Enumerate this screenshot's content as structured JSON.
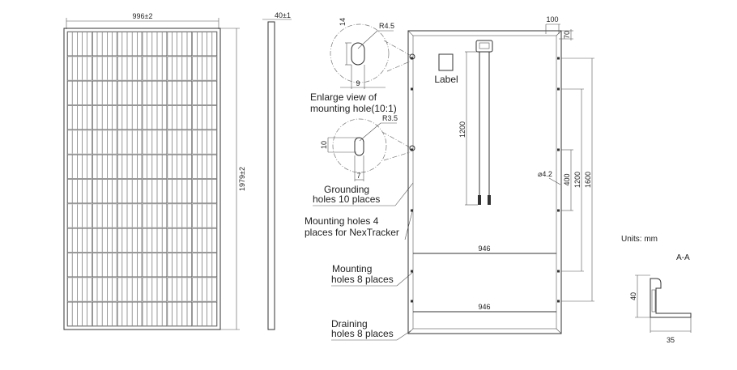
{
  "front_view": {
    "width_dim": "996±2",
    "height_dim": "1979±2"
  },
  "side_view": {
    "thickness_dim": "40±1"
  },
  "detail": {
    "mount_radius": "R4.5",
    "mount_height": "14",
    "mount_width": "9",
    "mount_caption_1": "Enlarge view of",
    "mount_caption_2": "mounting hole(10:1)",
    "ground_radius": "R3.5",
    "ground_height": "10",
    "ground_width": "7"
  },
  "callouts": {
    "grounding_1": "Grounding",
    "grounding_2": "holes 10 places",
    "nextracker_1": "Mounting holes 4",
    "nextracker_2": "places for NexTracker",
    "mounting_1": "Mounting",
    "mounting_2": "holes 8 places",
    "draining_1": "Draining",
    "draining_2": "holes 8 places"
  },
  "back_view": {
    "label": "Label",
    "dim_100": "100",
    "dim_70": "70",
    "cable_length": "1200",
    "hole_dia": "⌀4.2",
    "dim_400": "400",
    "dim_1200": "1200",
    "dim_1600": "1600",
    "width_upper": "946",
    "width_lower": "946"
  },
  "units": "Units: mm",
  "section": {
    "title": "A-A",
    "height": "40",
    "width": "35"
  }
}
